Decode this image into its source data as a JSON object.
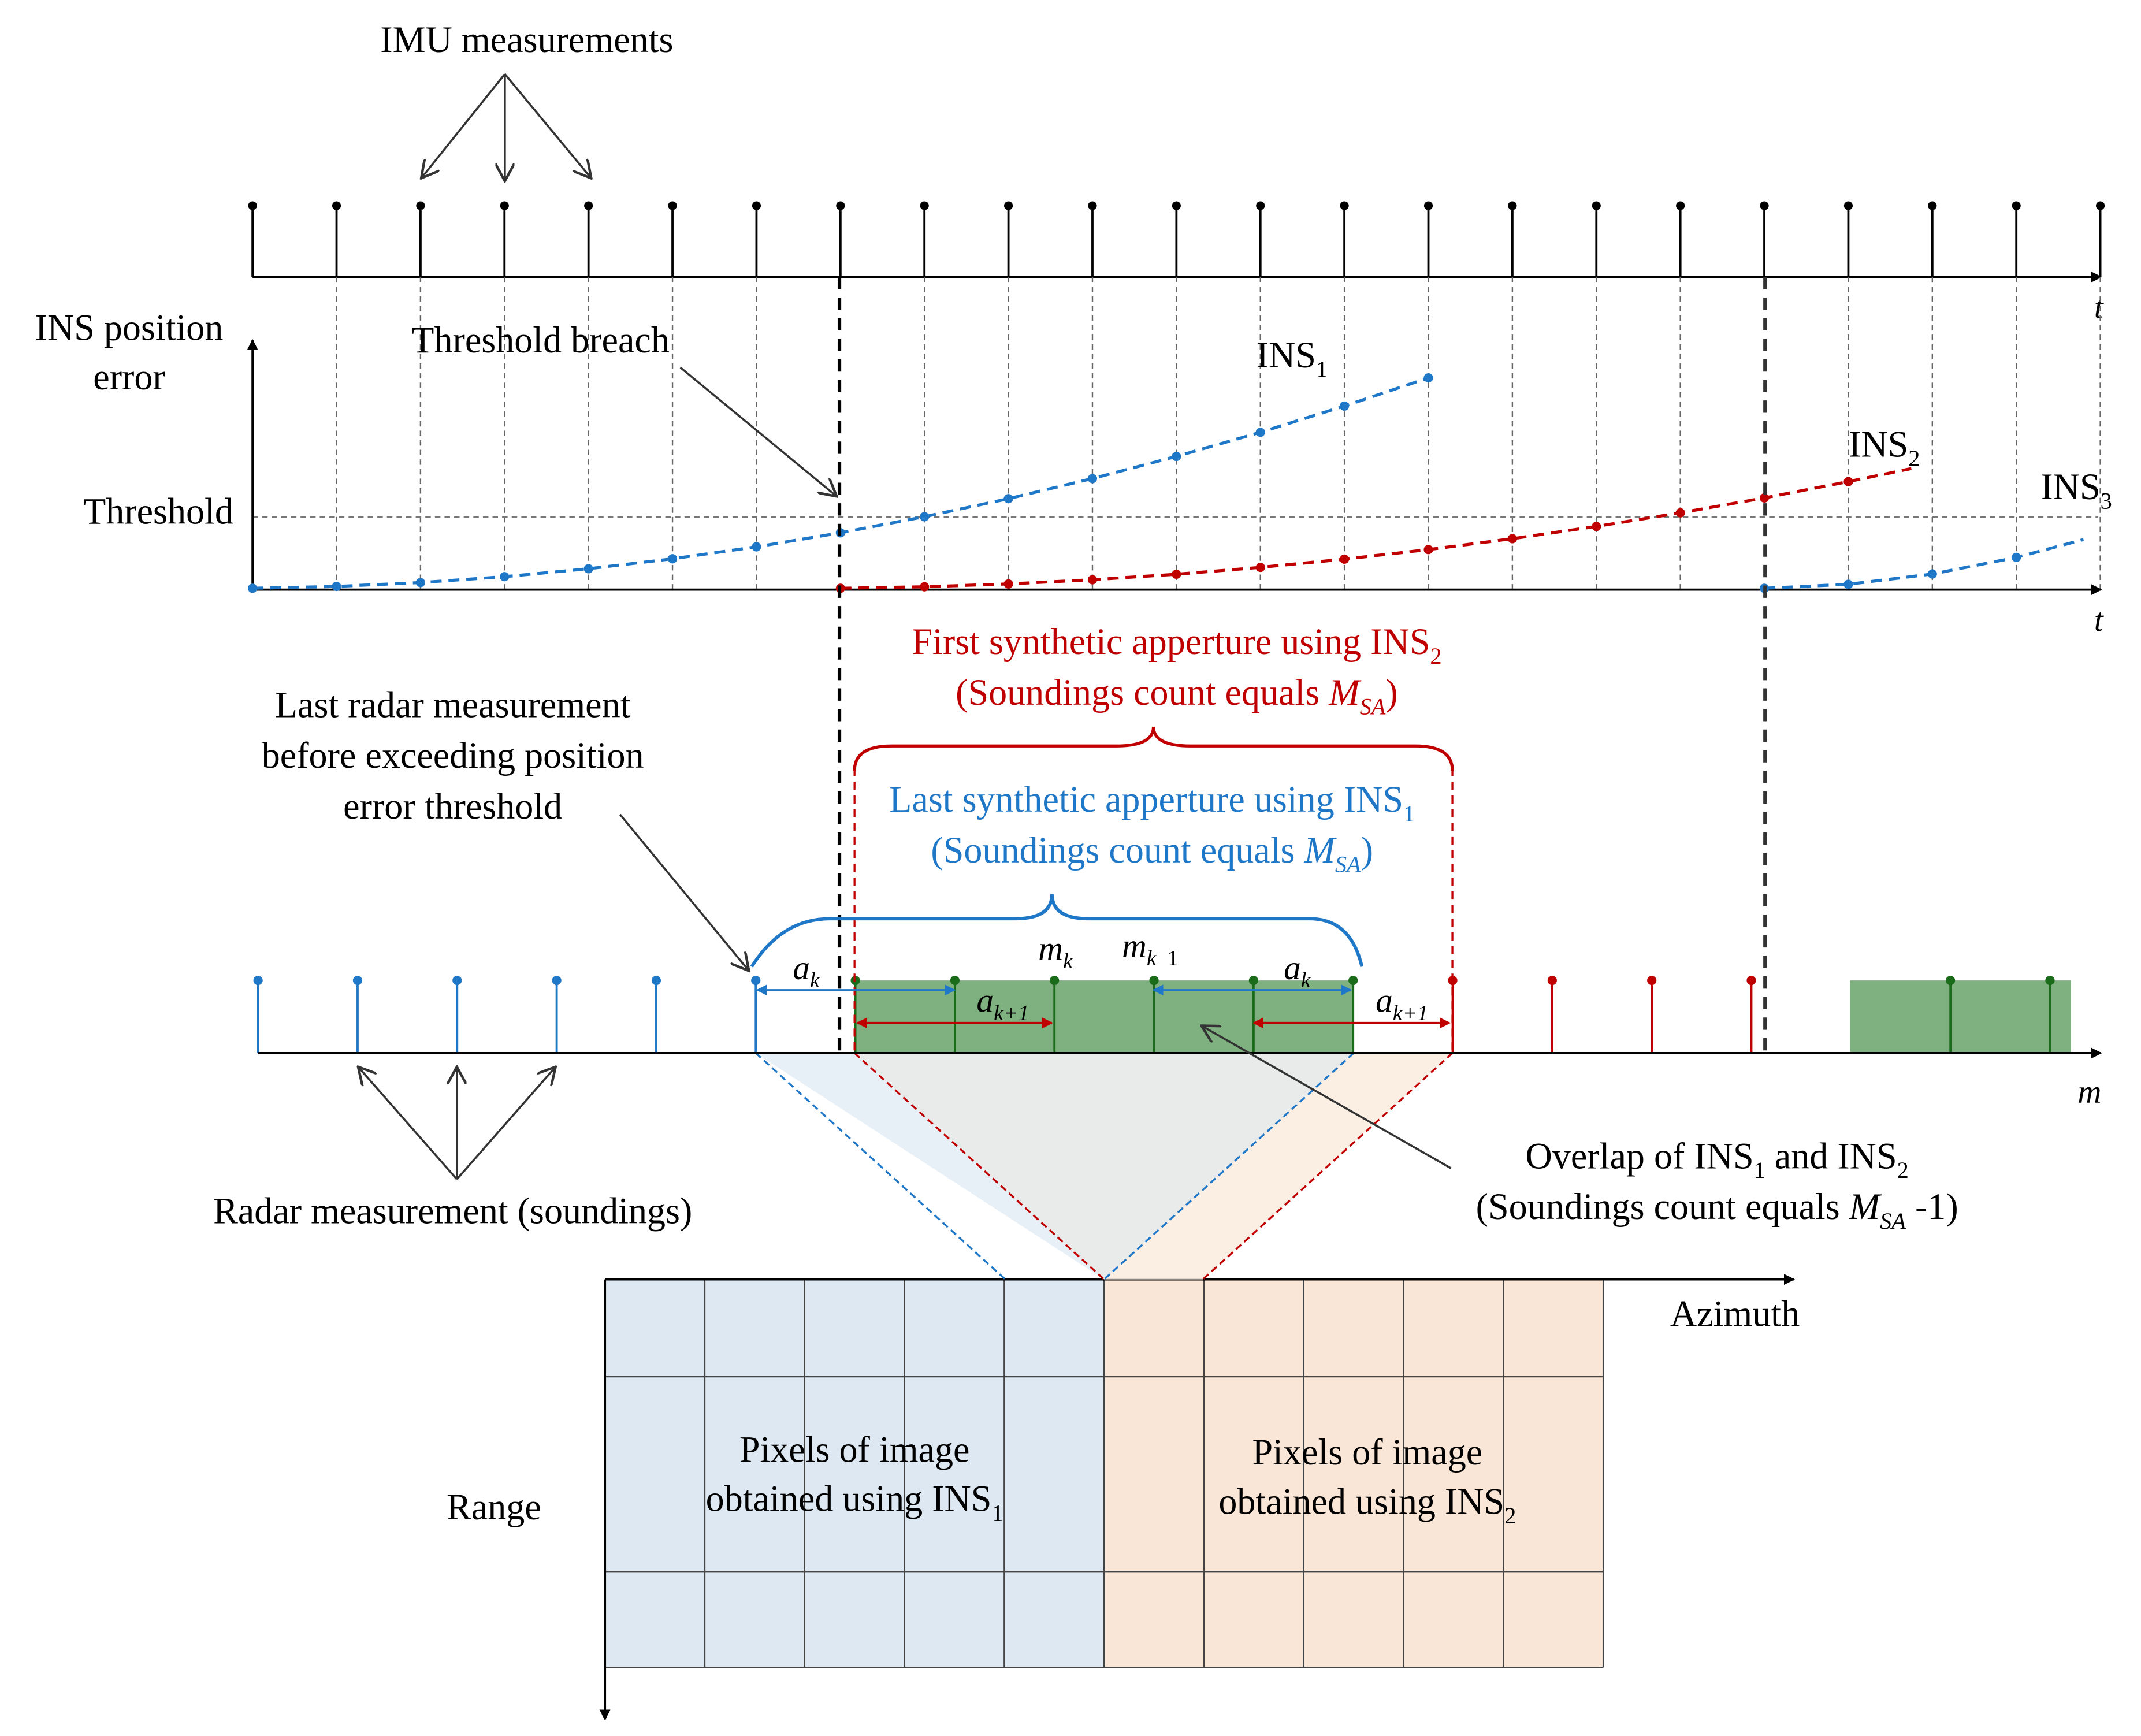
{
  "labels": {
    "imu_measurements": "IMU measurements",
    "t_axis": "t",
    "ins_position_error_1": "INS position",
    "ins_position_error_2": "error",
    "threshold": "Threshold",
    "threshold_breach": "Threshold breach",
    "ins_base": "INS",
    "ins1_sub": "1",
    "ins2_sub": "2",
    "ins3_sub": "3",
    "first_sa_line1_a": "First synthetic apperture using INS",
    "first_sa_line1_sub": "2",
    "first_sa_line2_a": "(Soundings count equals ",
    "first_sa_line2_m": "M",
    "first_sa_line2_sub": "SA",
    "first_sa_line2_b": ")",
    "last_sa_line1_a": "Last synthetic apperture using INS",
    "last_sa_line1_sub": "1",
    "last_sa_line2_a": "(Soundings count equals ",
    "last_sa_line2_m": "M",
    "last_sa_line2_sub": "SA",
    "last_sa_line2_b": ")",
    "last_radar_1": "Last radar measurement",
    "last_radar_2": "before exceeding position",
    "last_radar_3": "error threshold",
    "m_axis": "m",
    "mk_m": "m",
    "mk_sub": "k",
    "mk1_m": "m",
    "mk1_sub": "k",
    "mk1_suffix": "1",
    "a_italic": "a",
    "a_sub_k": "k",
    "a_sub_k1": "k+1",
    "radar_measurement": "Radar measurement (soundings)",
    "overlap_line1_a": "Overlap of INS",
    "overlap_line1_sub1": "1",
    "overlap_line1_b": " and INS",
    "overlap_line1_sub2": "2",
    "overlap_line2_a": "(Soundings count equals ",
    "overlap_line2_m": "M",
    "overlap_line2_sub": "SA",
    "overlap_line2_b": " -1)",
    "azimuth": "Azimuth",
    "range": "Range",
    "pixels_line1": "Pixels of image",
    "pixels_line2_a": "obtained using INS",
    "pixels_left_sub": "1",
    "pixels_right_sub": "2"
  },
  "colors": {
    "ins1": "#1f77c8",
    "ins2": "#c00000",
    "overlap_green": "#7fb07f",
    "green_marker": "#1a6b1a",
    "pixel_blue": "#dde8f2",
    "pixel_orange": "#fae6d6"
  }
}
